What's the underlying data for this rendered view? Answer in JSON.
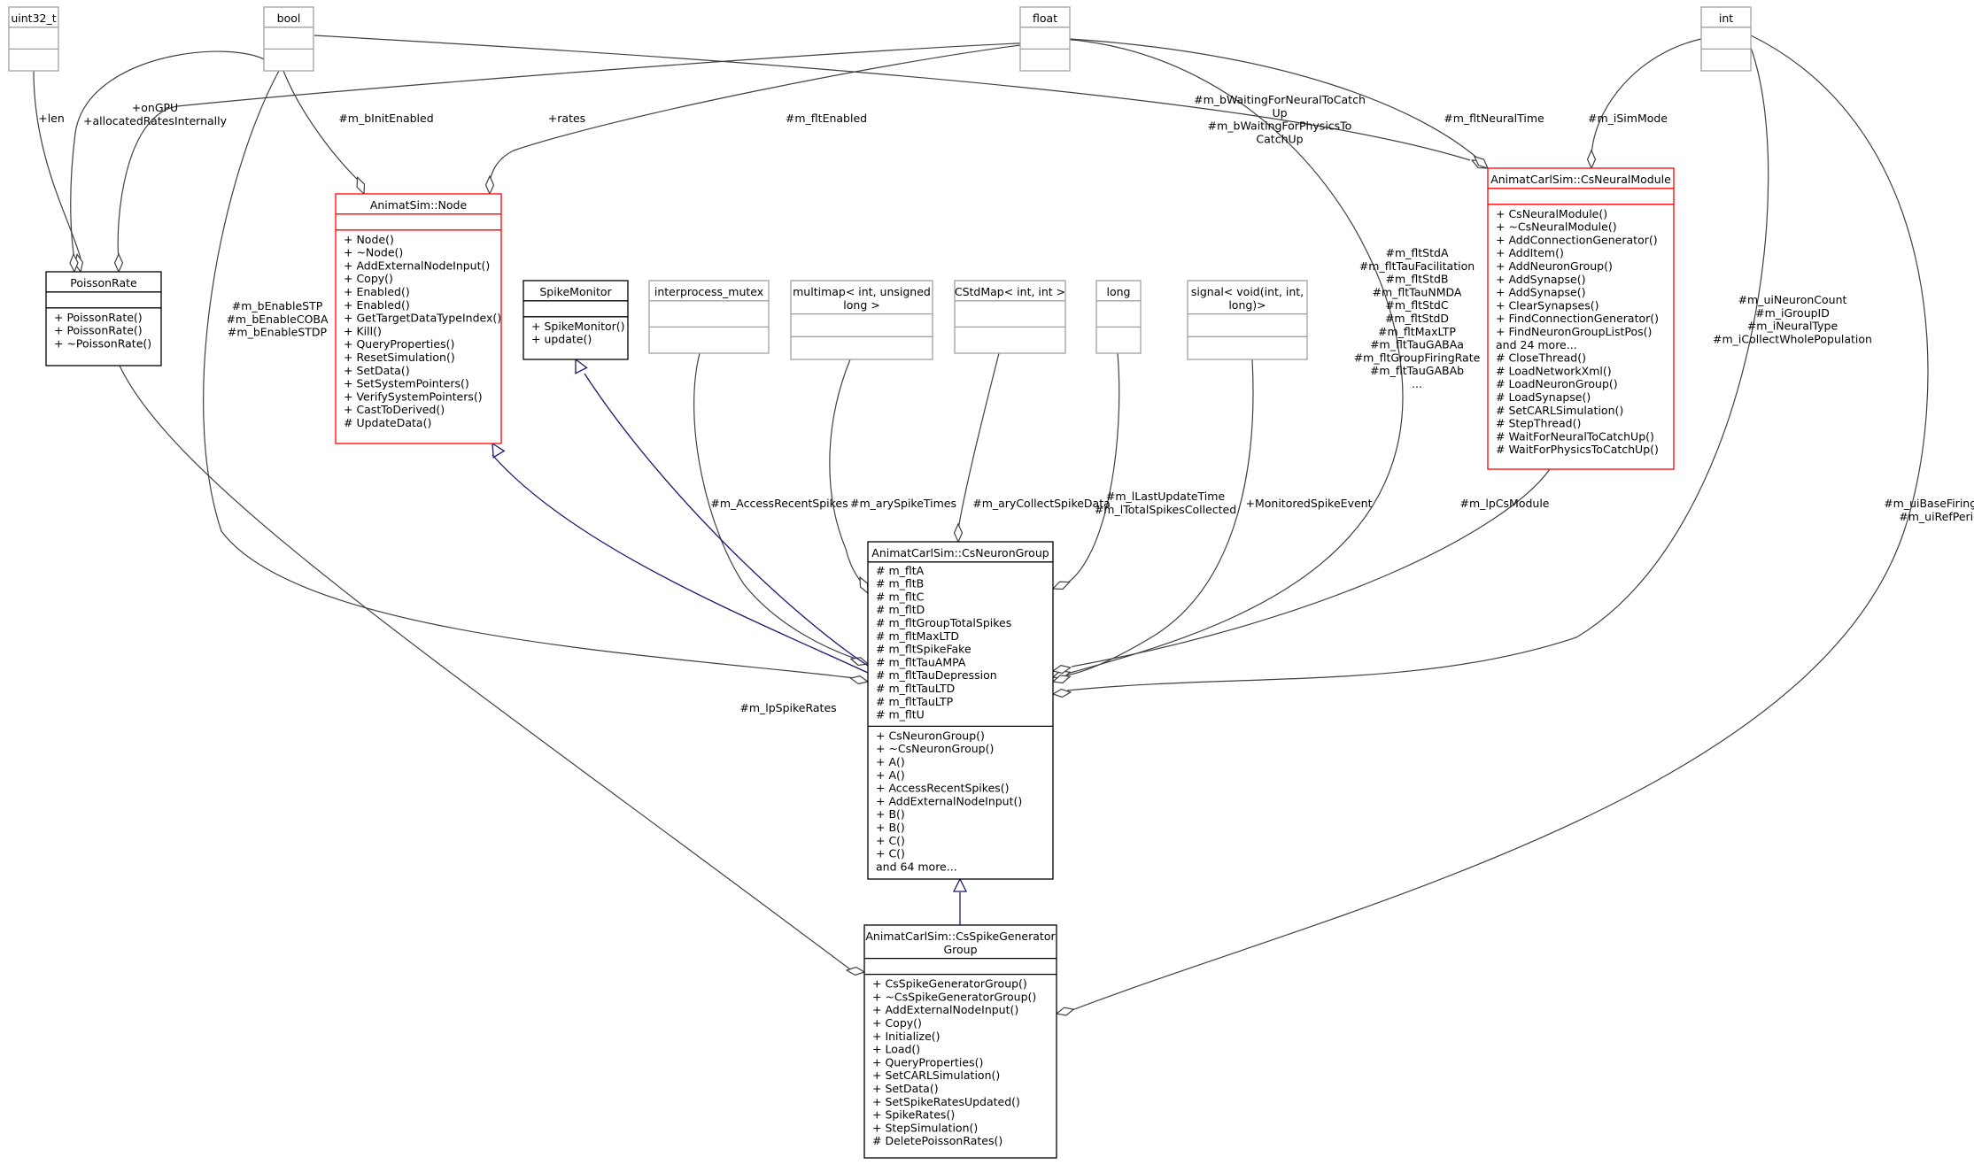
{
  "classes": [
    {
      "id": "uint32_t",
      "title": [
        "uint32_t"
      ],
      "attributes": [],
      "operations": [],
      "style": "gray"
    },
    {
      "id": "bool",
      "title": [
        "bool"
      ],
      "attributes": [],
      "operations": [],
      "style": "gray"
    },
    {
      "id": "float",
      "title": [
        "float"
      ],
      "attributes": [],
      "operations": [],
      "style": "gray"
    },
    {
      "id": "int",
      "title": [
        "int"
      ],
      "attributes": [],
      "operations": [],
      "style": "gray"
    },
    {
      "id": "poissonrate",
      "title": [
        "PoissonRate"
      ],
      "attributes": [],
      "operations": [
        "+ PoissonRate()",
        "+ PoissonRate()",
        "+ ~PoissonRate()"
      ],
      "style": "black"
    },
    {
      "id": "node",
      "title": [
        "AnimatSim::Node"
      ],
      "attributes": [],
      "operations": [
        "+ Node()",
        "+ ~Node()",
        "+ AddExternalNodeInput()",
        "+ Copy()",
        "+ Enabled()",
        "+ Enabled()",
        "+ GetTargetDataTypeIndex()",
        "+ Kill()",
        "+ QueryProperties()",
        "+ ResetSimulation()",
        "+ SetData()",
        "+ SetSystemPointers()",
        "+ VerifySystemPointers()",
        "+ CastToDerived()",
        "# UpdateData()"
      ],
      "style": "red"
    },
    {
      "id": "spikemonitor",
      "title": [
        "SpikeMonitor"
      ],
      "attributes": [],
      "operations": [
        "+ SpikeMonitor()",
        "+ update()"
      ],
      "style": "black"
    },
    {
      "id": "interprocess_mutex",
      "title": [
        "interprocess_mutex"
      ],
      "attributes": [],
      "operations": [],
      "style": "gray"
    },
    {
      "id": "multimap",
      "title": [
        "multimap< int, unsigned",
        "long >"
      ],
      "attributes": [],
      "operations": [],
      "style": "gray"
    },
    {
      "id": "cstdmap",
      "title": [
        "CStdMap< int, int >"
      ],
      "attributes": [],
      "operations": [],
      "style": "gray"
    },
    {
      "id": "long",
      "title": [
        "long"
      ],
      "attributes": [],
      "operations": [],
      "style": "gray"
    },
    {
      "id": "signal",
      "title": [
        "signal< void(int, int,",
        "long)>"
      ],
      "attributes": [],
      "operations": [],
      "style": "gray"
    },
    {
      "id": "csneuralmodule",
      "title": [
        "AnimatCarlSim::CsNeuralModule"
      ],
      "attributes": [],
      "operations": [
        "+ CsNeuralModule()",
        "+ ~CsNeuralModule()",
        "+ AddConnectionGenerator()",
        "+ AddItem()",
        "+ AddNeuronGroup()",
        "+ AddSynapse()",
        "+ AddSynapse()",
        "+ ClearSynapses()",
        "+ FindConnectionGenerator()",
        "+ FindNeuronGroupListPos()",
        "and 24 more...",
        "# CloseThread()",
        "# LoadNetworkXml()",
        "# LoadNeuronGroup()",
        "# LoadSynapse()",
        "# SetCARLSimulation()",
        "# StepThread()",
        "# WaitForNeuralToCatchUp()",
        "# WaitForPhysicsToCatchUp()"
      ],
      "style": "red"
    },
    {
      "id": "csneurongroup",
      "title": [
        "AnimatCarlSim::CsNeuronGroup"
      ],
      "attributes": [
        "# m_fltA",
        "# m_fltB",
        "# m_fltC",
        "# m_fltD",
        "# m_fltGroupTotalSpikes",
        "# m_fltMaxLTD",
        "# m_fltSpikeFake",
        "# m_fltTauAMPA",
        "# m_fltTauDepression",
        "# m_fltTauLTD",
        "# m_fltTauLTP",
        "# m_fltU"
      ],
      "operations": [
        "+ CsNeuronGroup()",
        "+ ~CsNeuronGroup()",
        "+ A()",
        "+ A()",
        "+ AccessRecentSpikes()",
        "+ AddExternalNodeInput()",
        "+ B()",
        "+ B()",
        "+ C()",
        "+ C()",
        "and 64 more..."
      ],
      "style": "black"
    },
    {
      "id": "csspikegen",
      "title": [
        "AnimatCarlSim::CsSpikeGenerator",
        "Group"
      ],
      "attributes": [],
      "operations": [
        "+ CsSpikeGeneratorGroup()",
        "+ ~CsSpikeGeneratorGroup()",
        "+ AddExternalNodeInput()",
        "+ Copy()",
        "+ Initialize()",
        "+ Load()",
        "+ QueryProperties()",
        "+ SetCARLSimulation()",
        "+ SetData()",
        "+ SetSpikeRatesUpdated()",
        "+ SpikeRates()",
        "+ StepSimulation()",
        "# DeletePoissonRates()"
      ],
      "style": "highlight"
    }
  ],
  "edge_labels": [
    {
      "id": "len",
      "lines": [
        "+len"
      ]
    },
    {
      "id": "ongpu",
      "lines": [
        "+onGPU",
        "+allocatedRatesInternally"
      ]
    },
    {
      "id": "rates",
      "lines": [
        "+rates"
      ]
    },
    {
      "id": "binit",
      "lines": [
        "#m_bInitEnabled"
      ]
    },
    {
      "id": "fltenabled",
      "lines": [
        "#m_fltEnabled"
      ]
    },
    {
      "id": "bwaiting",
      "lines": [
        "#m_bWaitingForNeuralToCatch",
        "Up",
        "#m_bWaitingForPhysicsTo",
        "CatchUp"
      ]
    },
    {
      "id": "neuraltime",
      "lines": [
        "#m_fltNeuralTime"
      ]
    },
    {
      "id": "simmode",
      "lines": [
        "#m_iSimMode"
      ]
    },
    {
      "id": "benable",
      "lines": [
        "#m_bEnableSTP",
        "#m_bEnableCOBA",
        "#m_bEnableSTDP"
      ]
    },
    {
      "id": "fltstd",
      "lines": [
        "#m_fltStdA",
        "#m_fltTauFacilitation",
        "#m_fltStdB",
        "#m_fltTauNMDA",
        "#m_fltStdC",
        "#m_fltStdD",
        "#m_fltMaxLTP",
        "#m_fltTauGABAa",
        "#m_fltGroupFiringRate",
        "#m_fltTauGABAb",
        "..."
      ]
    },
    {
      "id": "uineuron",
      "lines": [
        "#m_uiNeuronCount",
        "#m_iGroupID",
        "#m_iNeuralType",
        "#m_iCollectWholePopulation"
      ]
    },
    {
      "id": "accessrecent",
      "lines": [
        "#m_AccessRecentSpikes"
      ]
    },
    {
      "id": "aryspike",
      "lines": [
        "#m_arySpikeTimes"
      ]
    },
    {
      "id": "arycollect",
      "lines": [
        "#m_aryCollectSpikeData"
      ]
    },
    {
      "id": "llast",
      "lines": [
        "#m_lLastUpdateTime",
        "#m_lTotalSpikesCollected"
      ]
    },
    {
      "id": "monitored",
      "lines": [
        "+MonitoredSpikeEvent"
      ]
    },
    {
      "id": "lpcs",
      "lines": [
        "#m_lpCsModule"
      ]
    },
    {
      "id": "lpspike",
      "lines": [
        "#m_lpSpikeRates"
      ]
    },
    {
      "id": "uibase",
      "lines": [
        "#m_uiBaseFiringRate",
        "#m_uiRefPeriod"
      ]
    }
  ],
  "colors": {
    "gray": "#a0a0a0",
    "black": "#000000",
    "red": "#ff0000",
    "inherit": "#191970",
    "assoc": "#404040",
    "highlight_fill": "#bfbfbf",
    "background": "#ffffff"
  }
}
